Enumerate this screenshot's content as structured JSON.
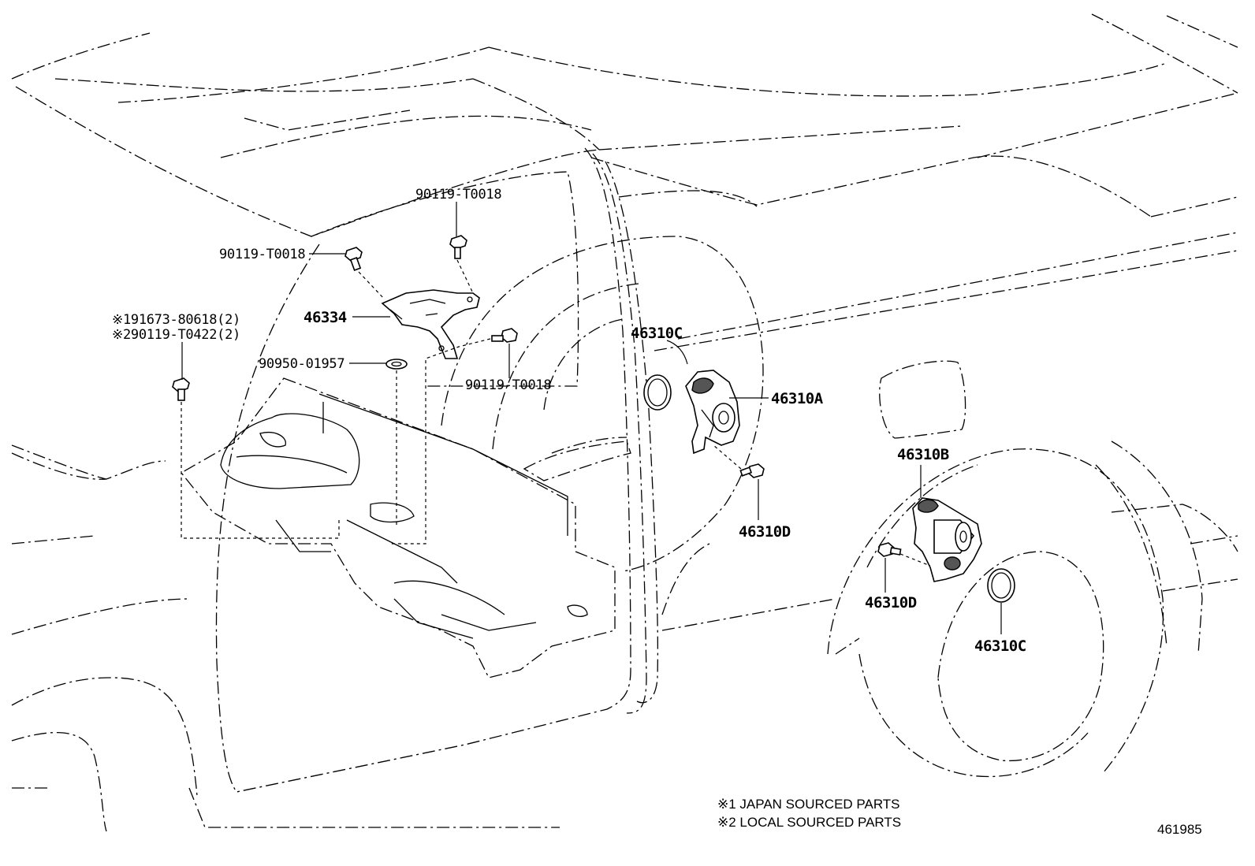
{
  "diagram": {
    "labels": {
      "bolt_top_center": "90119-T0018",
      "bolt_top_left": "90119-T0018",
      "bracket": "46334",
      "bolt_note_1": "※191673-80618(2)",
      "bolt_note_2": "※290119-T0422(2)",
      "grommet": "90950-01957",
      "bolt_right": "90119-T0018",
      "ring_front": "46310C",
      "actuator_front": "46310A",
      "bolt_front": "46310D",
      "actuator_rear": "46310B",
      "bolt_rear": "46310D",
      "ring_rear": "46310C"
    },
    "notes": [
      "※1 JAPAN SOURCED PARTS",
      "※2 LOCAL SOURCED PARTS"
    ],
    "figure_id": "461985"
  }
}
